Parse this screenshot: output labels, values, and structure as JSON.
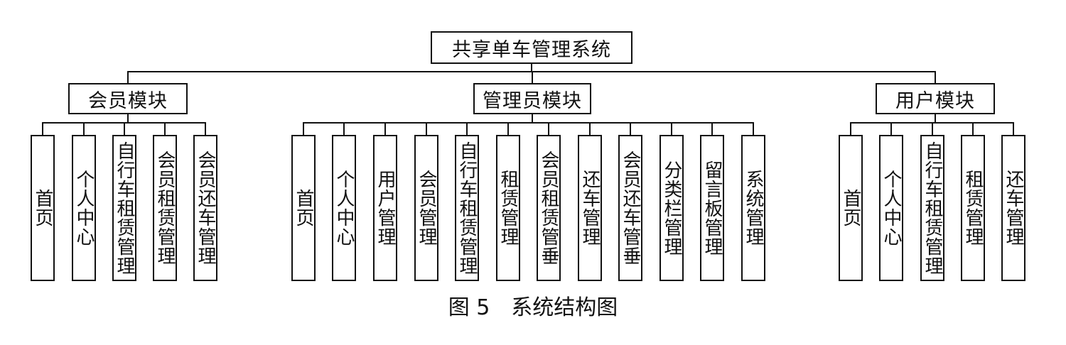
{
  "diagram": {
    "root": {
      "label": "共享单车管理系统"
    },
    "modules": [
      {
        "label": "会员模块",
        "items": [
          "首页",
          "个人中心",
          "自行车租赁管理",
          "会员租赁管理",
          "会员还车管理"
        ]
      },
      {
        "label": "管理员模块",
        "items": [
          "首页",
          "个人中心",
          "用户管理",
          "会员管理",
          "自行车租赁管理",
          "租赁管理",
          "会员租赁管垂",
          "还车管理",
          "会员还车管垂",
          "分类栏管理",
          "留言板管理",
          "系统管理"
        ]
      },
      {
        "label": "用户模块",
        "items": [
          "首页",
          "个人中心",
          "自行车租赁管理",
          "租赁管理",
          "还车管理"
        ]
      }
    ],
    "caption": "图 5　系统结构图"
  }
}
